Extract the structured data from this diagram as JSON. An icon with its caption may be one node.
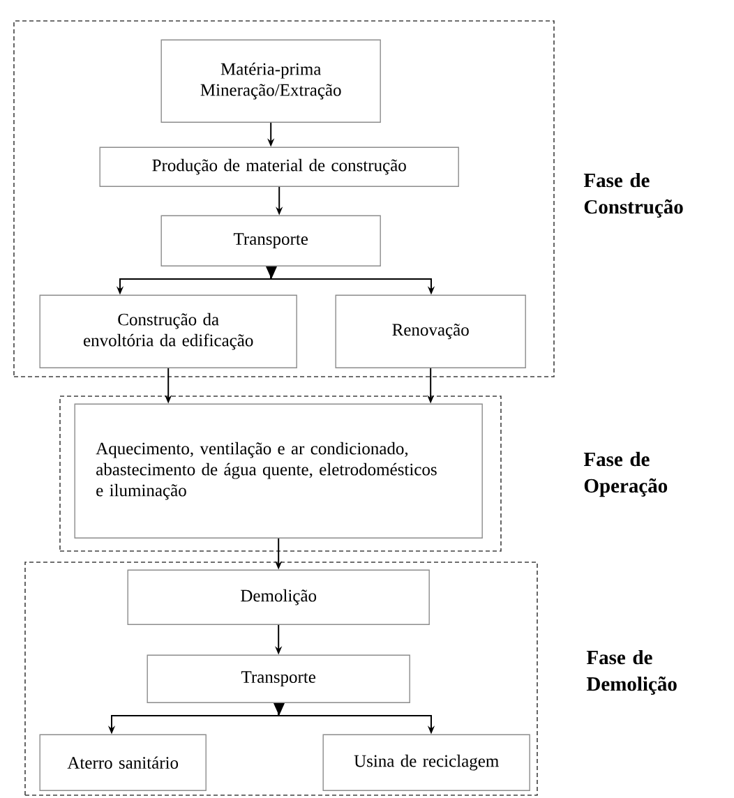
{
  "diagram": {
    "nodes": [
      {
        "text": [
          "Fase de Construção"
        ]
      },
      {
        "text": [
          "Matéria-prima Mineração/Extração"
        ],
        "in": 0
      },
      {
        "text": [
          "Produção de material de construção"
        ],
        "in": 0
      },
      {
        "text": [
          "Transporte"
        ],
        "in": 0
      },
      {
        "text": [
          "Construção da envoltória da edificação"
        ],
        "in": 0
      },
      {
        "text": [
          "Renovação"
        ],
        "in": 0
      },
      {
        "text": [
          "Fase de Operação"
        ]
      },
      {
        "text": [
          "Aquecimento, ventilação e ar condicionado, abastecimento de água quente, eletrodomésticos e iluminação"
        ],
        "in": 6
      },
      {
        "text": [
          "Fase de Demolição"
        ]
      },
      {
        "text": [
          "Demolição"
        ],
        "in": 8
      },
      {
        "text": [
          "Transporte"
        ],
        "in": 8
      },
      {
        "text": [
          "Aterro sanitário"
        ],
        "in": 8
      },
      {
        "text": [
          "Usina de reciclagem"
        ],
        "in": 8
      }
    ],
    "edges": [
      {
        "from": 1,
        "to": 2,
        "arrow": "to"
      },
      {
        "from": 2,
        "to": 3,
        "arrow": "to"
      },
      {
        "from": 3,
        "to": 4,
        "arrow": "to"
      },
      {
        "from": 3,
        "to": 5,
        "arrow": "to"
      },
      {
        "from": 4,
        "to": 7,
        "arrow": "to"
      },
      {
        "from": 5,
        "to": 7,
        "arrow": "to"
      },
      {
        "from": 7,
        "to": 9,
        "arrow": "to"
      },
      {
        "from": 9,
        "to": 10,
        "arrow": "to"
      },
      {
        "from": 10,
        "to": 11,
        "arrow": "to"
      },
      {
        "from": 10,
        "to": 12,
        "arrow": "to"
      }
    ]
  }
}
